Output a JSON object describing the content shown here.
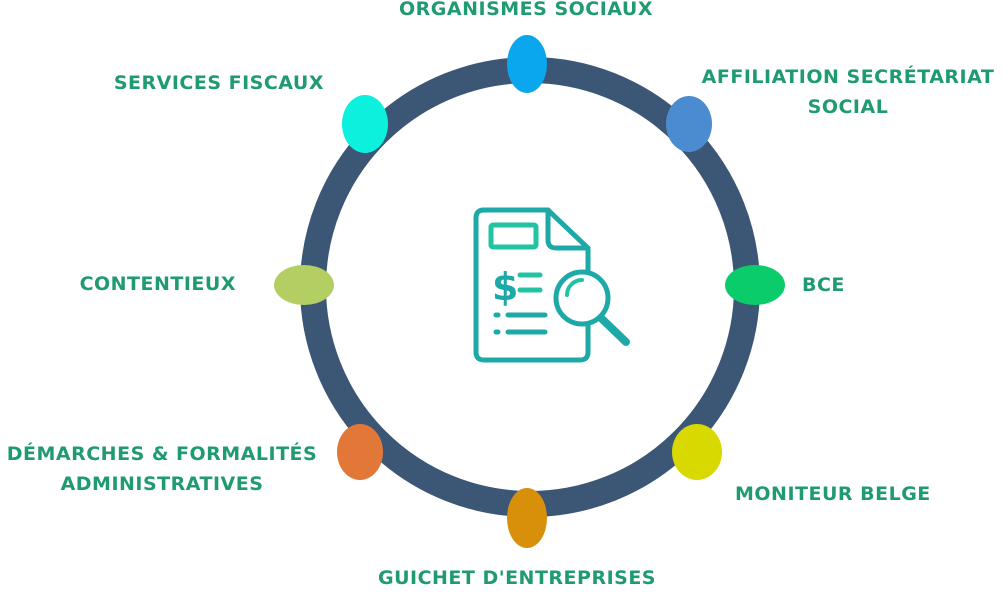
{
  "diagram": {
    "colors": {
      "ring": "#3c5675",
      "text": "#1f9a73",
      "icon_stroke": "#1da9a7",
      "icon_light": "#22c3a2"
    },
    "center_icon": "document-search-icon",
    "nodes": [
      {
        "id": "organismes",
        "line1": "ORGANISMES SOCIAUX",
        "line2": "",
        "color": "#0aa6ee"
      },
      {
        "id": "affiliation",
        "line1": "AFFILIATION SECRÉTARIAT",
        "line2": "SOCIAL",
        "color": "#4a8ccf"
      },
      {
        "id": "bce",
        "line1": "BCE",
        "line2": "",
        "color": "#0bcc6a"
      },
      {
        "id": "moniteur",
        "line1": "MONITEUR BELGE",
        "line2": "",
        "color": "#d9d902"
      },
      {
        "id": "guichet",
        "line1": "GUICHET D'ENTREPRISES",
        "line2": "",
        "color": "#d8900a"
      },
      {
        "id": "demarches",
        "line1": "DÉMARCHES & FORMALITÉS",
        "line2": "ADMINISTRATIVES",
        "color": "#e27838"
      },
      {
        "id": "contentieux",
        "line1": "CONTENTIEUX",
        "line2": "",
        "color": "#b3cf63"
      },
      {
        "id": "fiscaux",
        "line1": "SERVICES FISCAUX",
        "line2": "",
        "color": "#0cf0de"
      }
    ]
  }
}
